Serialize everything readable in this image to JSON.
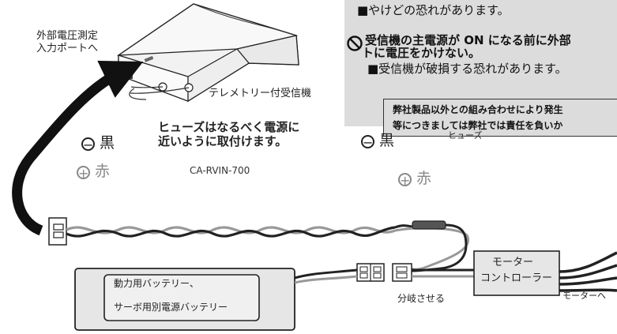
{
  "warning": {
    "line1": "■やけどの恐れがあります。",
    "bold1": "受信機の主電源が ON になる前に外部",
    "bold2": "トに電圧をかけない。",
    "line3": "■受信機が破損する恐れがあります。",
    "note1": "弊社製品以外との組み合わせにより発生",
    "note2": "等につきましては弊社では責任を負いか"
  },
  "labels": {
    "external_port_1": "外部電圧測定",
    "external_port_2": "入力ポートへ",
    "receiver": "テレメトリー付受信機",
    "black": "黒",
    "red": "赤",
    "fuse_note_1": "ヒューズはなるべく電源に",
    "fuse_note_2": "近いように取付けます。",
    "fuse": "ヒューズ",
    "cable": "CA-RVIN-700",
    "battery_1": "動力用バッテリー、",
    "battery_2": "サーボ用別電源バッテリー",
    "split": "分岐させる",
    "motor_controller_1": "モーター",
    "motor_controller_2": "コントローラー",
    "to_motor": "モーターへ",
    "minus": "−",
    "plus": "+"
  },
  "colors": {
    "black_wire": "#222222",
    "red_wire": "#999999",
    "box_fill": "#e6e6e6",
    "panel_fill": "#dcdcdc"
  }
}
